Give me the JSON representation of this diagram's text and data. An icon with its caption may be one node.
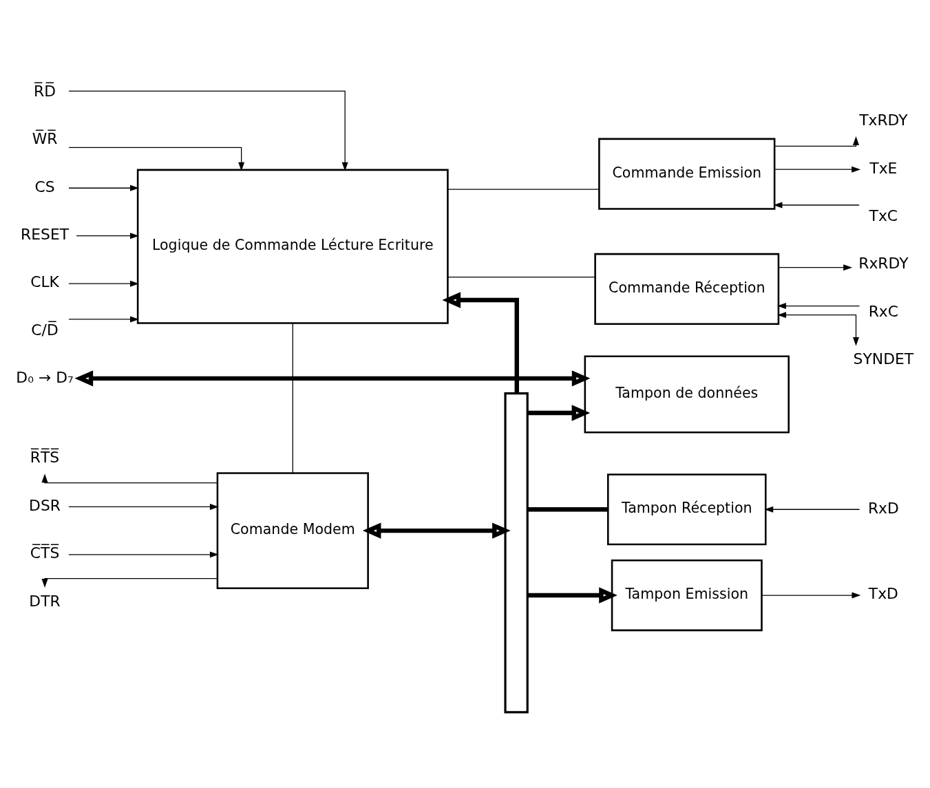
{
  "diagram": {
    "nodes": [
      {
        "text": [
          "Tampon de données"
        ]
      },
      {
        "text": [
          "Logique de Commande Lécture Ecriture"
        ]
      },
      {
        "text": [
          "Comande Modem"
        ]
      },
      {
        "text": [
          "Tampon Emission"
        ]
      },
      {
        "text": [
          "Commande Emission"
        ]
      },
      {
        "text": [
          "Commande Réception"
        ]
      },
      {
        "text": [
          "Tampon Réception"
        ]
      },
      {
        "text": [],
        "shape": "bar"
      },
      {
        "text": [
          "D₀ → D₇"
        ]
      },
      {
        "text": [
          "RESET"
        ]
      },
      {
        "text": [
          "CLK"
        ]
      },
      {
        "text": [
          "C/D̅"
        ]
      },
      {
        "text": [
          "R̅D̅"
        ]
      },
      {
        "text": [
          "W̅R̅"
        ]
      },
      {
        "text": [
          "CS"
        ]
      },
      {
        "text": [
          "DSR"
        ]
      },
      {
        "text": [
          "C̅T̅S̅"
        ]
      },
      {
        "text": [
          "DTR"
        ]
      },
      {
        "text": [
          "R̅T̅S̅"
        ]
      },
      {
        "text": [
          "TxD"
        ]
      },
      {
        "text": [
          "TxRDY"
        ]
      },
      {
        "text": [
          "TxE"
        ]
      },
      {
        "text": [
          "TxC"
        ]
      },
      {
        "text": [
          "RxRDY"
        ]
      },
      {
        "text": [
          "RxC"
        ]
      },
      {
        "text": [
          "SYNDET"
        ]
      },
      {
        "text": [
          "RxD"
        ]
      }
    ],
    "edges": [
      {
        "from": 8,
        "to": 0,
        "arrow": "both",
        "style": "thick"
      },
      {
        "from": 7,
        "to": 0,
        "arrow": "to",
        "style": "thick"
      },
      {
        "from": 7,
        "to": 1,
        "arrow": "to",
        "style": "thick"
      },
      {
        "from": 2,
        "to": 7,
        "arrow": "both",
        "style": "thick"
      },
      {
        "from": 7,
        "to": 3,
        "arrow": "to",
        "style": "thick"
      },
      {
        "from": 7,
        "to": 6,
        "arrow": "none",
        "style": "thick"
      },
      {
        "from": 1,
        "to": 4,
        "arrow": "none"
      },
      {
        "from": 1,
        "to": 5,
        "arrow": "none"
      },
      {
        "from": 1,
        "to": 2,
        "arrow": "none"
      },
      {
        "from": 9,
        "to": 1,
        "arrow": "to"
      },
      {
        "from": 10,
        "to": 1,
        "arrow": "to"
      },
      {
        "from": 11,
        "to": 1,
        "arrow": "to"
      },
      {
        "from": 12,
        "to": 1,
        "arrow": "to"
      },
      {
        "from": 13,
        "to": 1,
        "arrow": "to"
      },
      {
        "from": 14,
        "to": 1,
        "arrow": "to"
      },
      {
        "from": 15,
        "to": 2,
        "arrow": "to"
      },
      {
        "from": 16,
        "to": 2,
        "arrow": "to"
      },
      {
        "from": 2,
        "to": 17,
        "arrow": "to"
      },
      {
        "from": 2,
        "to": 18,
        "arrow": "to"
      },
      {
        "from": 3,
        "to": 19,
        "arrow": "to"
      },
      {
        "from": 4,
        "to": 20,
        "arrow": "to"
      },
      {
        "from": 4,
        "to": 21,
        "arrow": "to"
      },
      {
        "from": 22,
        "to": 4,
        "arrow": "to"
      },
      {
        "from": 5,
        "to": 23,
        "arrow": "to"
      },
      {
        "from": 24,
        "to": 5,
        "arrow": "to"
      },
      {
        "from": 5,
        "to": 25,
        "arrow": "both"
      },
      {
        "from": 26,
        "to": 6,
        "arrow": "to"
      }
    ]
  }
}
